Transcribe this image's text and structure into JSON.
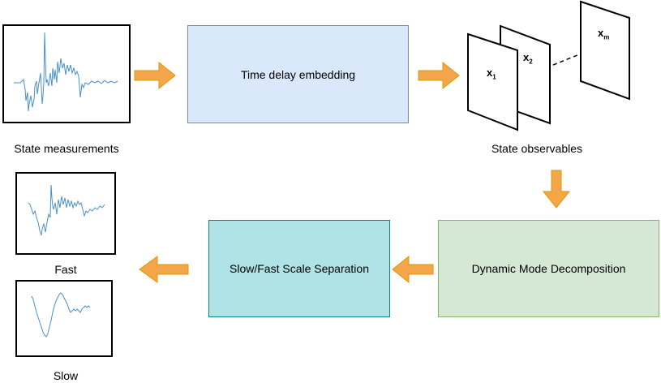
{
  "nodes": {
    "state_measurements": {
      "label": "State measurements"
    },
    "time_delay": {
      "label": "Time delay embedding",
      "fill": "#dae8fc",
      "stroke": "#6c8ebf"
    },
    "state_observables": {
      "label": "State observables",
      "cards": [
        {
          "name": "x1",
          "base": "x",
          "sub": "1"
        },
        {
          "name": "x2",
          "base": "x",
          "sub": "2"
        },
        {
          "name": "xm",
          "base": "x",
          "sub": "m"
        }
      ]
    },
    "dmd": {
      "label": "Dynamic Mode Decomposition",
      "fill": "#d5e8d4",
      "stroke": "#82b366"
    },
    "separation": {
      "label": "Slow/Fast Scale Separation",
      "fill": "#b0e3e6",
      "stroke": "#0e8088"
    },
    "fast": {
      "label": "Fast"
    },
    "slow": {
      "label": "Slow"
    }
  },
  "colors": {
    "arrow_fill": "#f5a54a",
    "arrow_stroke": "#d79b00",
    "signal": "#4a90c8"
  }
}
